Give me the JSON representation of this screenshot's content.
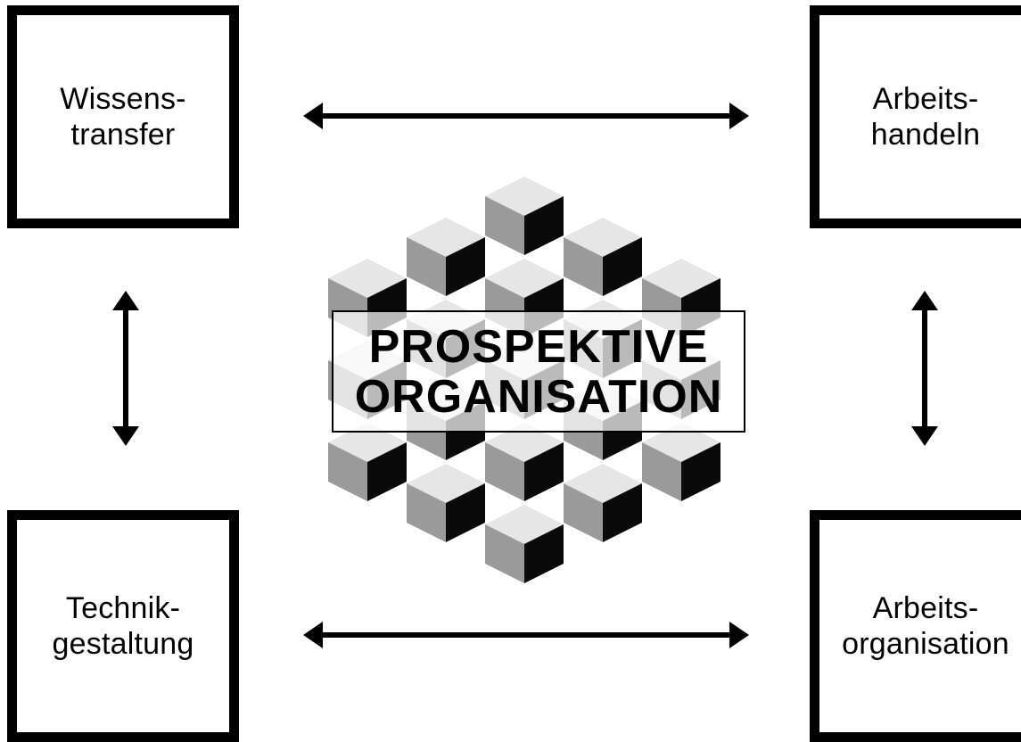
{
  "diagram": {
    "center": {
      "line1": "PROSPEKTIVE",
      "line2": "ORGANISATION"
    },
    "nodes": {
      "top_left": "Wissens-\ntransfer",
      "top_right": "Arbeits-\nhandeln",
      "bottom_left": "Technik-\ngestaltung",
      "bottom_right": "Arbeits-\norganisation"
    },
    "edges": [
      {
        "from": "top_left",
        "to": "top_right",
        "kind": "bidirectional"
      },
      {
        "from": "bottom_left",
        "to": "bottom_right",
        "kind": "bidirectional"
      },
      {
        "from": "top_left",
        "to": "bottom_left",
        "kind": "bidirectional"
      },
      {
        "from": "top_right",
        "to": "bottom_right",
        "kind": "bidirectional"
      }
    ],
    "colors": {
      "stroke": "#000000",
      "cube_top": "#e6e6e6",
      "cube_left": "#9a9a9a",
      "cube_right": "#0a0a0a"
    }
  }
}
